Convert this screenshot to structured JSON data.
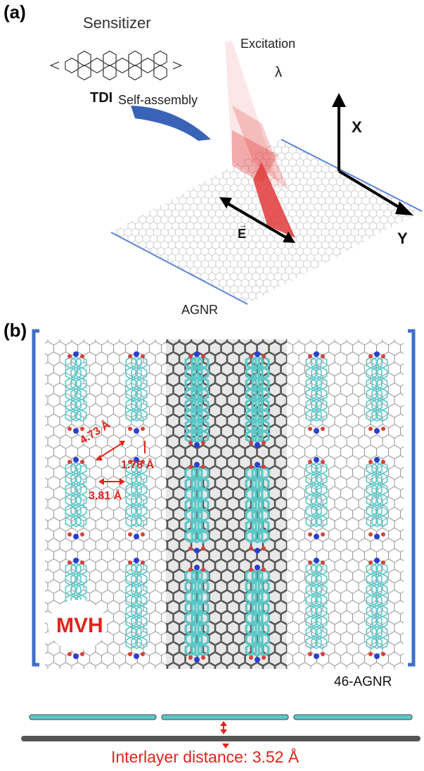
{
  "panel_a": {
    "label": "(a)",
    "sensitizer": "Sensitizer",
    "tdi": "TDI",
    "self_assembly": "Self-assembly",
    "excitation": "Excitation",
    "lambda": "λ",
    "axis_x": "X",
    "axis_y": "Y",
    "e_field": "E",
    "ribbon": "AGNR",
    "colors": {
      "arrow_blue": "#3a63b8",
      "beam_red": "#e23a3a",
      "ribbon_edge": "#5b86d6"
    }
  },
  "panel_b": {
    "label": "(b)",
    "dist_1": "4.73 Å",
    "dist_2": "1.76 Å",
    "dist_3": "3.81 Å",
    "mvh": "MVH",
    "ribbon": "46-AGNR",
    "interlayer": "Interlayer distance: 3.52 Å",
    "colors": {
      "molecule": "#5cc7c7",
      "bracket": "#3f6fc9",
      "annotation": "#e0241b",
      "graphene_dark": "#555555"
    }
  }
}
